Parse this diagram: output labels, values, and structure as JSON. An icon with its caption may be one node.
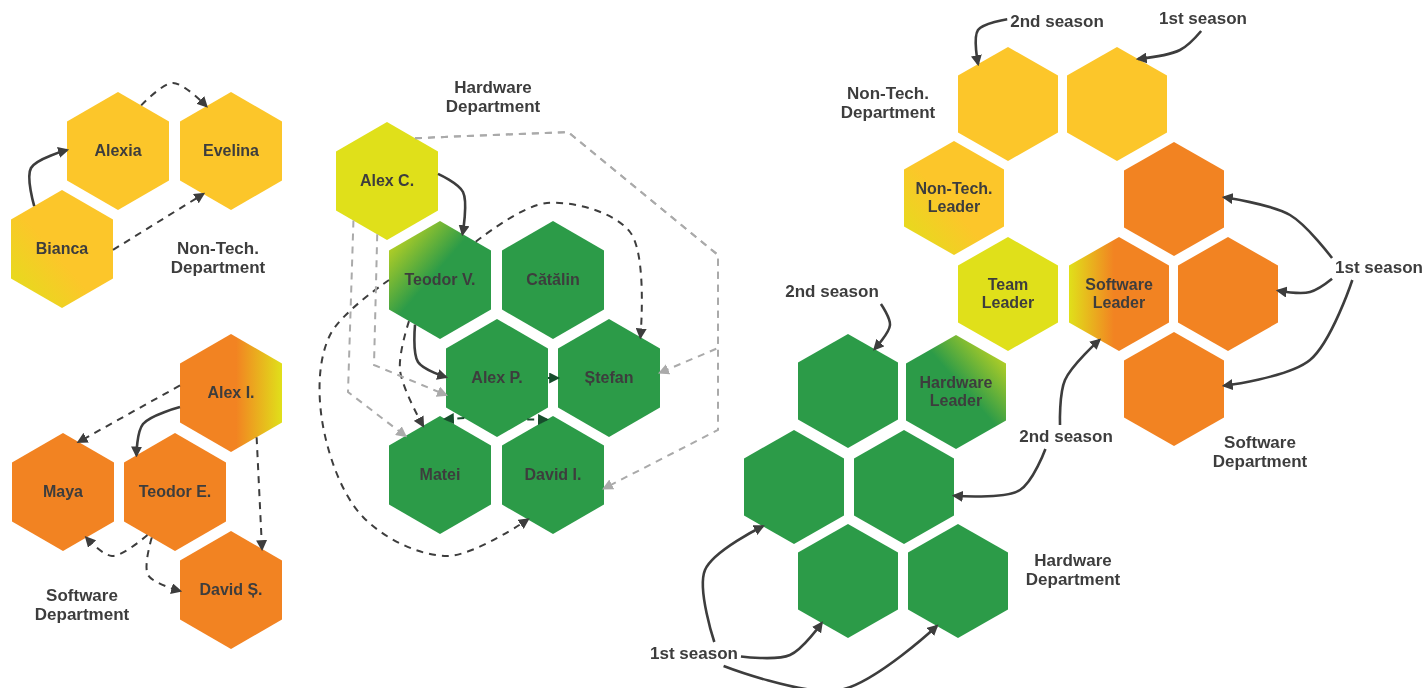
{
  "diagram": {
    "nodes": [
      {
        "text": [
          "Alexia"
        ]
      },
      {
        "text": [
          "Evelina"
        ]
      },
      {
        "text": [
          "Bianca"
        ]
      },
      {
        "text": [
          "Alex I."
        ]
      },
      {
        "text": [
          "Maya"
        ]
      },
      {
        "text": [
          "Teodor E."
        ]
      },
      {
        "text": [
          "David Ș."
        ]
      },
      {
        "text": [
          "Alex C."
        ]
      },
      {
        "text": [
          "Teodor V."
        ]
      },
      {
        "text": [
          "Cătălin"
        ]
      },
      {
        "text": [
          "Alex P."
        ]
      },
      {
        "text": [
          "Ștefan"
        ]
      },
      {
        "text": [
          "Matei"
        ]
      },
      {
        "text": [
          "David I."
        ]
      },
      {
        "text": [
          "2nd season"
        ]
      },
      {
        "text": [
          "1st season"
        ]
      },
      {
        "text": [],
        "shape": "hexagon"
      },
      {
        "text": [],
        "shape": "hexagon"
      },
      {
        "text": [
          "Non-Tech. Leader"
        ]
      },
      {
        "text": [],
        "shape": "hexagon"
      },
      {
        "text": [
          "1st season"
        ]
      },
      {
        "text": [
          "Team Leader"
        ]
      },
      {
        "text": [
          "Software Leader"
        ]
      },
      {
        "text": [],
        "shape": "hexagon"
      },
      {
        "text": [
          "2nd season"
        ]
      },
      {
        "text": [],
        "shape": "hexagon"
      },
      {
        "text": [
          "Hardware Leader"
        ]
      },
      {
        "text": [],
        "shape": "hexagon"
      },
      {
        "text": [
          "2nd season"
        ]
      },
      {
        "text": [],
        "shape": "hexagon"
      },
      {
        "text": [],
        "shape": "hexagon"
      },
      {
        "text": [],
        "shape": "hexagon"
      },
      {
        "text": [],
        "shape": "hexagon"
      },
      {
        "text": [
          "1st season"
        ]
      }
    ],
    "edges": [
      {
        "from": 2,
        "to": 0,
        "arrow": "to"
      },
      {
        "from": 0,
        "to": 1,
        "arrow": "to",
        "style": "dashed"
      },
      {
        "from": 2,
        "to": 1,
        "arrow": "to",
        "style": "dashed"
      },
      {
        "from": 3,
        "to": 4,
        "arrow": "to",
        "style": "dashed"
      },
      {
        "from": 3,
        "to": 5,
        "arrow": "to"
      },
      {
        "from": 3,
        "to": 6,
        "arrow": "to",
        "style": "dashed"
      },
      {
        "from": 5,
        "to": 4,
        "arrow": "to",
        "style": "dashed"
      },
      {
        "from": 5,
        "to": 6,
        "arrow": "to",
        "style": "dashed"
      },
      {
        "from": 7,
        "to": 8,
        "arrow": "to"
      },
      {
        "from": 8,
        "to": 10,
        "arrow": "to"
      },
      {
        "from": 8,
        "to": 12,
        "arrow": "to",
        "style": "dashed"
      },
      {
        "from": 8,
        "to": 11,
        "arrow": "to",
        "style": "dashed"
      },
      {
        "from": 8,
        "to": 13,
        "arrow": "to",
        "style": "dashed"
      },
      {
        "from": 10,
        "to": 11,
        "arrow": "to",
        "style": "dashed",
        "color": "#174d2c"
      },
      {
        "from": 10,
        "to": 12,
        "arrow": "to",
        "style": "dashed",
        "color": "#174d2c"
      },
      {
        "from": 10,
        "to": 13,
        "arrow": "to",
        "style": "dashed",
        "color": "#174d2c"
      },
      {
        "from": 7,
        "to": 11,
        "arrow": "to",
        "style": "dashed",
        "color": "#aaaaaa"
      },
      {
        "from": 7,
        "to": 13,
        "arrow": "to",
        "style": "dashed",
        "color": "#aaaaaa"
      },
      {
        "from": 7,
        "to": 12,
        "arrow": "to",
        "style": "dashed",
        "color": "#aaaaaa"
      },
      {
        "from": 7,
        "to": 10,
        "arrow": "to",
        "style": "dashed",
        "color": "#aaaaaa"
      },
      {
        "from": 14,
        "to": 16,
        "arrow": "to"
      },
      {
        "from": 15,
        "to": 17,
        "arrow": "to"
      },
      {
        "from": 20,
        "to": 19,
        "arrow": "to"
      },
      {
        "from": 20,
        "to": 23,
        "arrow": "to"
      },
      {
        "from": 20,
        "to": 27,
        "arrow": "to"
      },
      {
        "from": 24,
        "to": 25,
        "arrow": "to"
      },
      {
        "from": 28,
        "to": 22,
        "arrow": "to"
      },
      {
        "from": 28,
        "to": 30,
        "arrow": "to"
      },
      {
        "from": 33,
        "to": 29,
        "arrow": "to"
      },
      {
        "from": 33,
        "to": 31,
        "arrow": "to"
      },
      {
        "from": 33,
        "to": 32,
        "arrow": "to"
      }
    ],
    "labels": [
      "Hardware Department",
      "Non-Tech. Department",
      "Non-Tech. Department",
      "Software Department",
      "Hardware Department",
      "Software Department"
    ]
  }
}
